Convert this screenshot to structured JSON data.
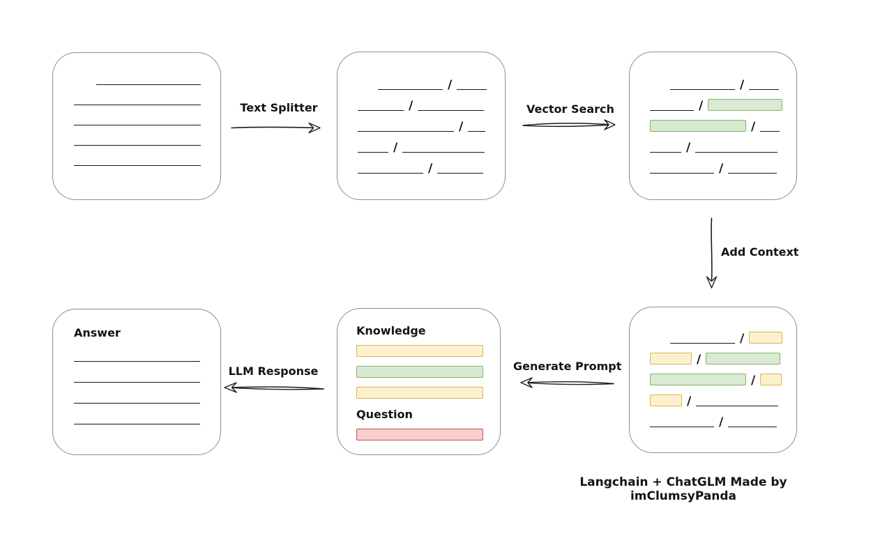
{
  "footer": "Langchain + ChatGLM Made by imClumsyPanda",
  "labels": {
    "text_splitter": "Text Splitter",
    "vector_search": "Vector Search",
    "add_context": "Add Context",
    "generate_prompt": "Generate Prompt",
    "llm_response": "LLM Response",
    "knowledge": "Knowledge",
    "question": "Question",
    "answer": "Answer"
  },
  "colors": {
    "green_fill": "#d9ead3",
    "green_border": "#82b366",
    "yellow_fill": "#fdf0cd",
    "yellow_border": "#d6b656",
    "red_fill": "#f8cecc",
    "red_border": "#b85450",
    "box_border": "#8c8c8c",
    "ink": "#141414"
  },
  "boxes": {
    "document": {
      "lines": [
        [
          32,
          150
        ],
        [
          0,
          182
        ],
        [
          0,
          182
        ],
        [
          0,
          182
        ],
        [
          0,
          182
        ]
      ]
    },
    "chunks": {
      "rows": [
        {
          "indent": 29,
          "segs": [
            [
              "line",
              93
            ],
            [
              "slash"
            ],
            [
              "line",
              43
            ]
          ]
        },
        {
          "indent": 0,
          "segs": [
            [
              "line",
              66
            ],
            [
              "slash"
            ],
            [
              "line",
              95
            ]
          ]
        },
        {
          "indent": 0,
          "segs": [
            [
              "line",
              138
            ],
            [
              "slash"
            ],
            [
              "line",
              25
            ]
          ]
        },
        {
          "indent": 0,
          "segs": [
            [
              "line",
              44
            ],
            [
              "slash"
            ],
            [
              "line",
              118
            ]
          ]
        },
        {
          "indent": 0,
          "segs": [
            [
              "line",
              94
            ],
            [
              "slash"
            ],
            [
              "line",
              66
            ]
          ]
        }
      ]
    },
    "chunks_matched": {
      "rows": [
        {
          "indent": 29,
          "segs": [
            [
              "line",
              93
            ],
            [
              "slash"
            ],
            [
              "line",
              43
            ]
          ]
        },
        {
          "indent": 0,
          "segs": [
            [
              "line",
              63
            ],
            [
              "slash"
            ],
            [
              "green",
              107
            ]
          ]
        },
        {
          "indent": 0,
          "segs": [
            [
              "green",
              138
            ],
            [
              "slash"
            ],
            [
              "line",
              28
            ]
          ]
        },
        {
          "indent": 0,
          "segs": [
            [
              "line",
              45
            ],
            [
              "slash"
            ],
            [
              "line",
              118
            ]
          ]
        },
        {
          "indent": 0,
          "segs": [
            [
              "line",
              92
            ],
            [
              "slash"
            ],
            [
              "line",
              70
            ]
          ]
        }
      ]
    },
    "chunks_context": {
      "rows": [
        {
          "indent": 29,
          "segs": [
            [
              "line",
              93
            ],
            [
              "slash"
            ],
            [
              "yellow",
              48
            ]
          ]
        },
        {
          "indent": 0,
          "segs": [
            [
              "yellow",
              60
            ],
            [
              "slash"
            ],
            [
              "green",
              107
            ]
          ]
        },
        {
          "indent": 0,
          "segs": [
            [
              "green",
              138
            ],
            [
              "slash"
            ],
            [
              "yellow",
              31
            ]
          ]
        },
        {
          "indent": 0,
          "segs": [
            [
              "yellow",
              46
            ],
            [
              "slash"
            ],
            [
              "line",
              118
            ]
          ]
        },
        {
          "indent": 0,
          "segs": [
            [
              "line",
              92
            ],
            [
              "slash"
            ],
            [
              "line",
              70
            ]
          ]
        }
      ]
    },
    "prompt": {
      "knowledge_bars": [
        "yellow",
        "green",
        "yellow"
      ],
      "question_bars": [
        "red"
      ]
    },
    "answer": {
      "line_count": 4
    }
  }
}
